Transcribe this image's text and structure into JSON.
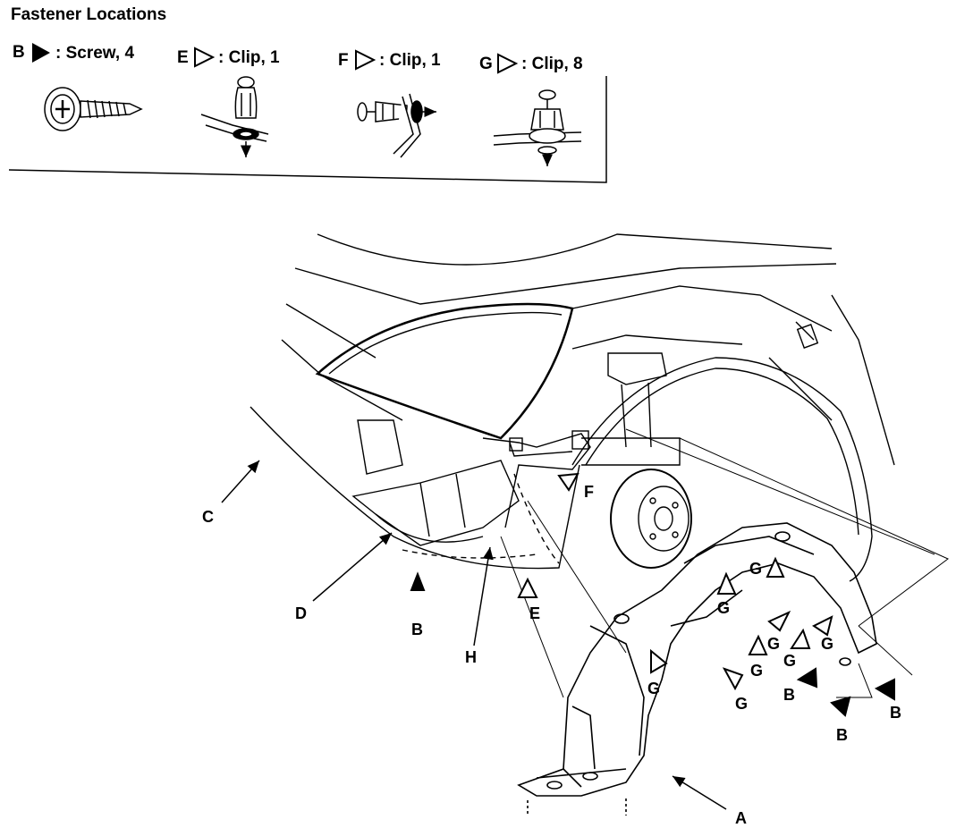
{
  "legend": {
    "title": "Fastener Locations",
    "items": [
      {
        "symbol": "filled-triangle",
        "letter": "B",
        "text": ": Screw, 4"
      },
      {
        "symbol": "open-triangle",
        "letter": "E",
        "text": ": Clip, 1"
      },
      {
        "symbol": "open-triangle",
        "letter": "F",
        "text": ": Clip, 1"
      },
      {
        "symbol": "open-triangle",
        "letter": "G",
        "text": ": Clip, 8"
      }
    ]
  },
  "callouts": {
    "A": "A",
    "B": "B",
    "C": "C",
    "D": "D",
    "E": "E",
    "F": "F",
    "G": "G",
    "H": "H"
  },
  "icons": {
    "screw": "screw-icon",
    "clip_e": "clip-e-icon",
    "clip_f": "clip-f-icon",
    "clip_g": "clip-g-icon"
  }
}
